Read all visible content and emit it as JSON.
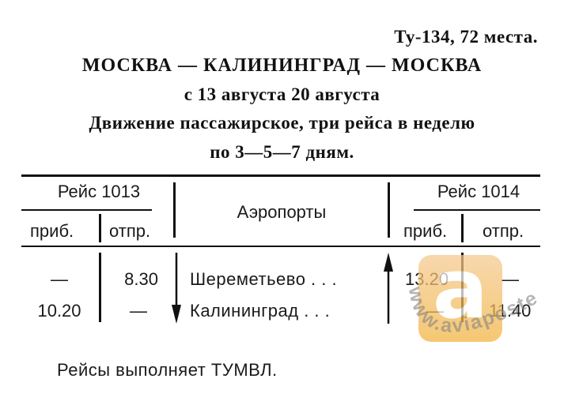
{
  "header": {
    "aircraft": "Ту-134, 72 места.",
    "route": "МОСКВА — КАЛИНИНГРАД — МОСКВА",
    "dates": "с 13 августа 20 августа",
    "traffic": "Движение пассажирское, три рейса в неделю",
    "days": "по 3—5—7 дням."
  },
  "table": {
    "flight_out": "Рейс 1013",
    "flight_back": "Рейс 1014",
    "airports_header": "Аэропорты",
    "arr_label": "приб.",
    "dep_label": "отпр.",
    "rows": [
      {
        "out_arr": "—",
        "out_dep": "8.30",
        "airport": "Шереметьево . . .",
        "back_arr": "13.20",
        "back_dep": "—"
      },
      {
        "out_arr": "10.20",
        "out_dep": "—",
        "airport": "Калининград . . .",
        "back_arr": "—",
        "back_dep": "11.40"
      }
    ]
  },
  "footer": {
    "operator": "Рейсы выполняет ТУМВЛ."
  },
  "watermark": {
    "text": "www.aviaposter.ru",
    "logo_letter": "a",
    "colors": {
      "top": "#f4c98e",
      "bottom": "#f3b33c"
    }
  }
}
